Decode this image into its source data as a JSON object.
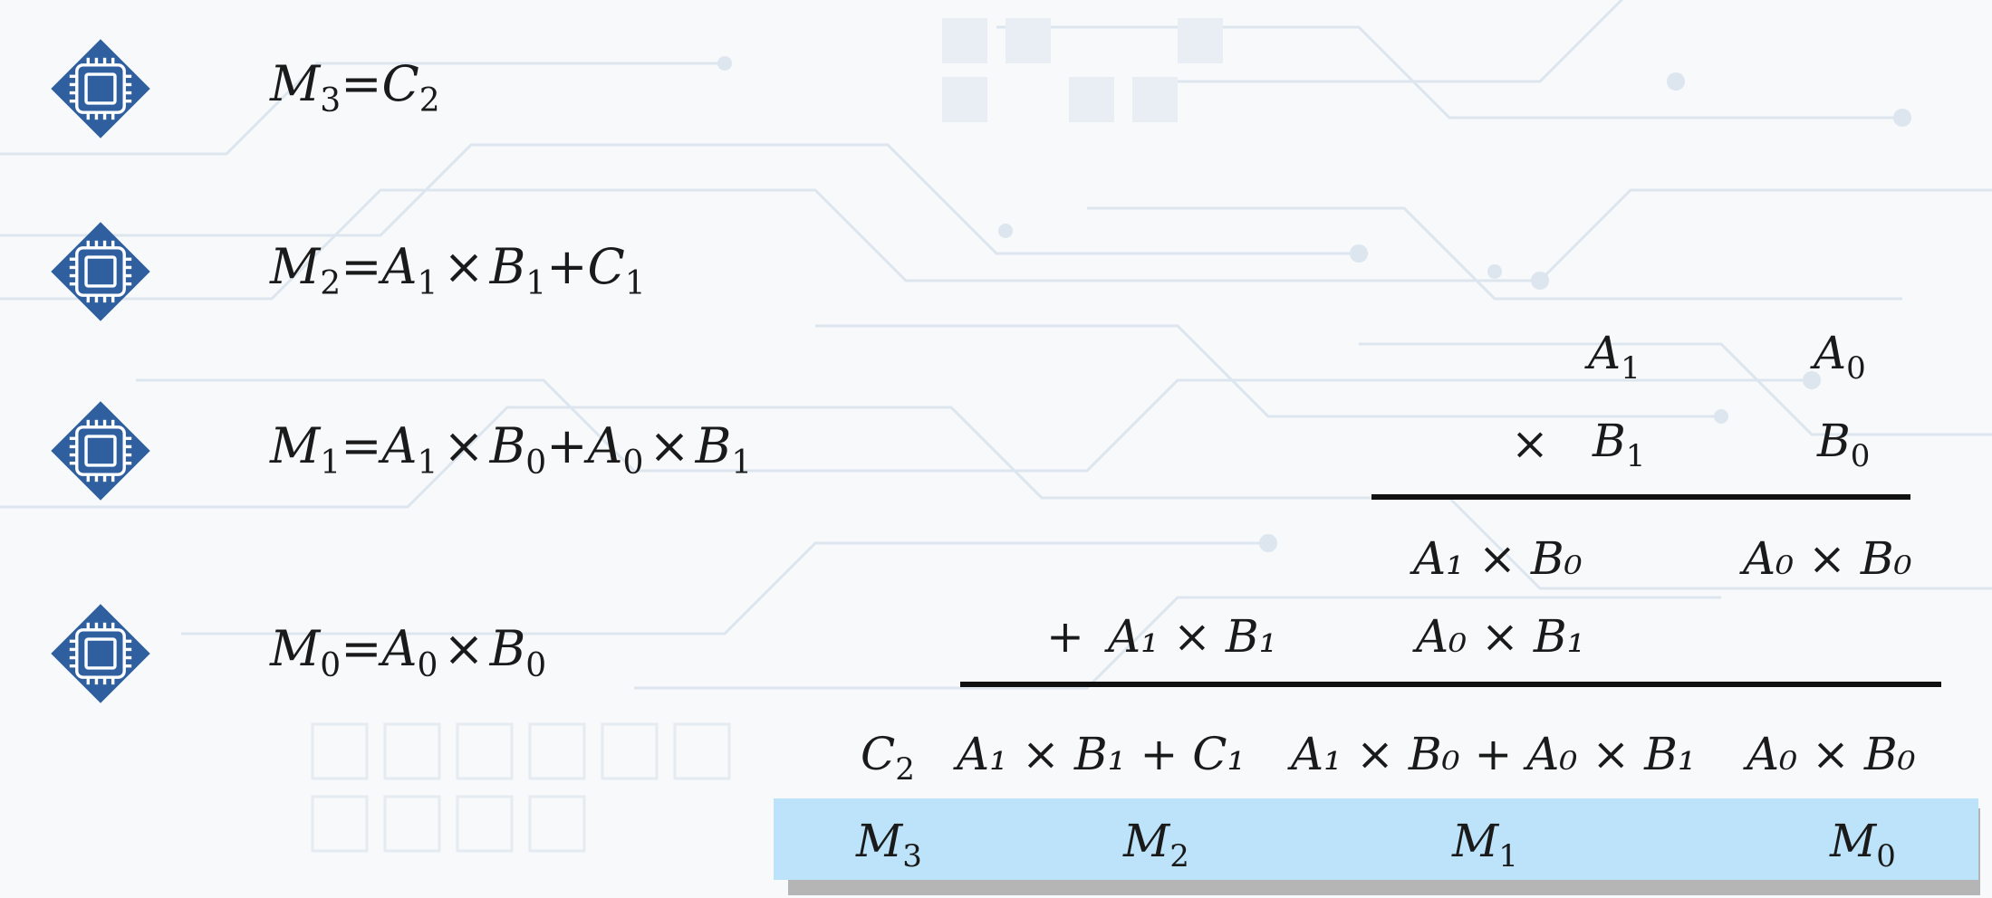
{
  "equations": [
    {
      "lhs": "M",
      "lhs_sub": "3",
      "rhs": [
        [
          "C",
          "2"
        ]
      ],
      "ops": []
    },
    {
      "lhs": "M",
      "lhs_sub": "2",
      "rhs": [
        [
          "A",
          "1"
        ],
        [
          "B",
          "1"
        ],
        [
          "C",
          "1"
        ]
      ],
      "ops": [
        "×",
        "+"
      ]
    },
    {
      "lhs": "M",
      "lhs_sub": "1",
      "rhs": [
        [
          "A",
          "1"
        ],
        [
          "B",
          "0"
        ],
        [
          "A",
          "0"
        ],
        [
          "B",
          "1"
        ]
      ],
      "ops": [
        "×",
        "+",
        "×"
      ]
    },
    {
      "lhs": "M",
      "lhs_sub": "0",
      "rhs": [
        [
          "A",
          "0"
        ],
        [
          "B",
          "0"
        ]
      ],
      "ops": [
        "×"
      ]
    }
  ],
  "multiplication": {
    "multiplicand": {
      "a1": "A",
      "a1_sub": "1",
      "a0": "A",
      "a0_sub": "0"
    },
    "multiplier": {
      "times": "×",
      "b1": "B",
      "b1_sub": "1",
      "b0": "B",
      "b0_sub": "0"
    },
    "partial1": {
      "left": "A₁ × B₀",
      "right": "A₀ × B₀"
    },
    "partial2": {
      "plus": "+",
      "left": "A₁ × B₁",
      "right": "A₀ × B₁"
    },
    "sum": {
      "c2": "C",
      "c2_sub": "2",
      "col2": "A₁ × B₁ + C₁",
      "col1": "A₁ × B₀ + A₀ × B₁",
      "col0": "A₀ × B₀"
    }
  },
  "result_labels": [
    {
      "letter": "M",
      "sub": "3"
    },
    {
      "letter": "M",
      "sub": "2"
    },
    {
      "letter": "M",
      "sub": "1"
    },
    {
      "letter": "M",
      "sub": "0"
    }
  ],
  "colors": {
    "bullet": "#2f5f9e",
    "result_bar": "#bde3fa",
    "rule": "#111111",
    "background": "#f7f9fb"
  },
  "icons": {
    "bullet": "microchip-icon"
  }
}
